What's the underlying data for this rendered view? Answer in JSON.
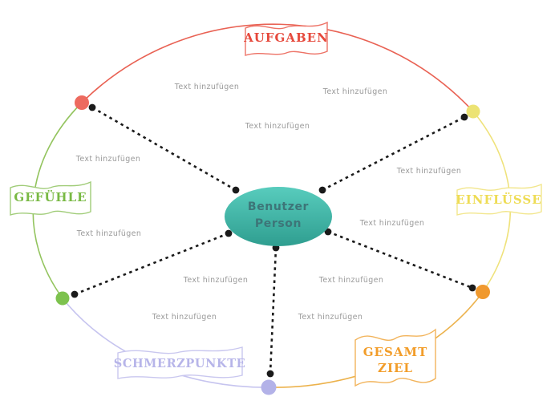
{
  "diagram": {
    "placeholder_text": "Text hinzufügen",
    "placeholder_color": "#9a9a9a",
    "connector_color": "#1a1a1a",
    "center": {
      "title_line1": "Benutzer",
      "title_line2": "Person",
      "fill_top": "#58ccbd",
      "fill_bottom": "#2f9e90",
      "text_color": "#3d7578"
    },
    "branches": {
      "aufgaben": {
        "label": "AUFGABEN",
        "text_color": "#e6493c",
        "outline_color": "#ed7266",
        "arc_color": "#e96254",
        "dot_color": "#ed6a5f"
      },
      "einfluesse": {
        "label": "EINFLÜSSE",
        "text_color": "#eedc55",
        "outline_color": "#f2e68c",
        "arc_color": "#efe27b",
        "dot_color": "#ece373"
      },
      "gesamtziel": {
        "label_line1": "GESAMT",
        "label_line2": "ZIEL",
        "text_color": "#f29d2a",
        "outline_color": "#f2b45c",
        "arc_color": "#ecb24c",
        "dot_color": "#f0992e"
      },
      "schmerzpunkte": {
        "label": "SCHMERZPUNKTE",
        "text_color": "#b7b5e9",
        "outline_color": "#c9c7ef",
        "arc_color": "#c6c4ef",
        "dot_color": "#b3b2e8"
      },
      "gefuehle": {
        "label": "GEFÜHLE",
        "text_color": "#79b944",
        "outline_color": "#a0cc78",
        "arc_color": "#93c45e",
        "dot_color": "#7dc24e"
      }
    }
  }
}
